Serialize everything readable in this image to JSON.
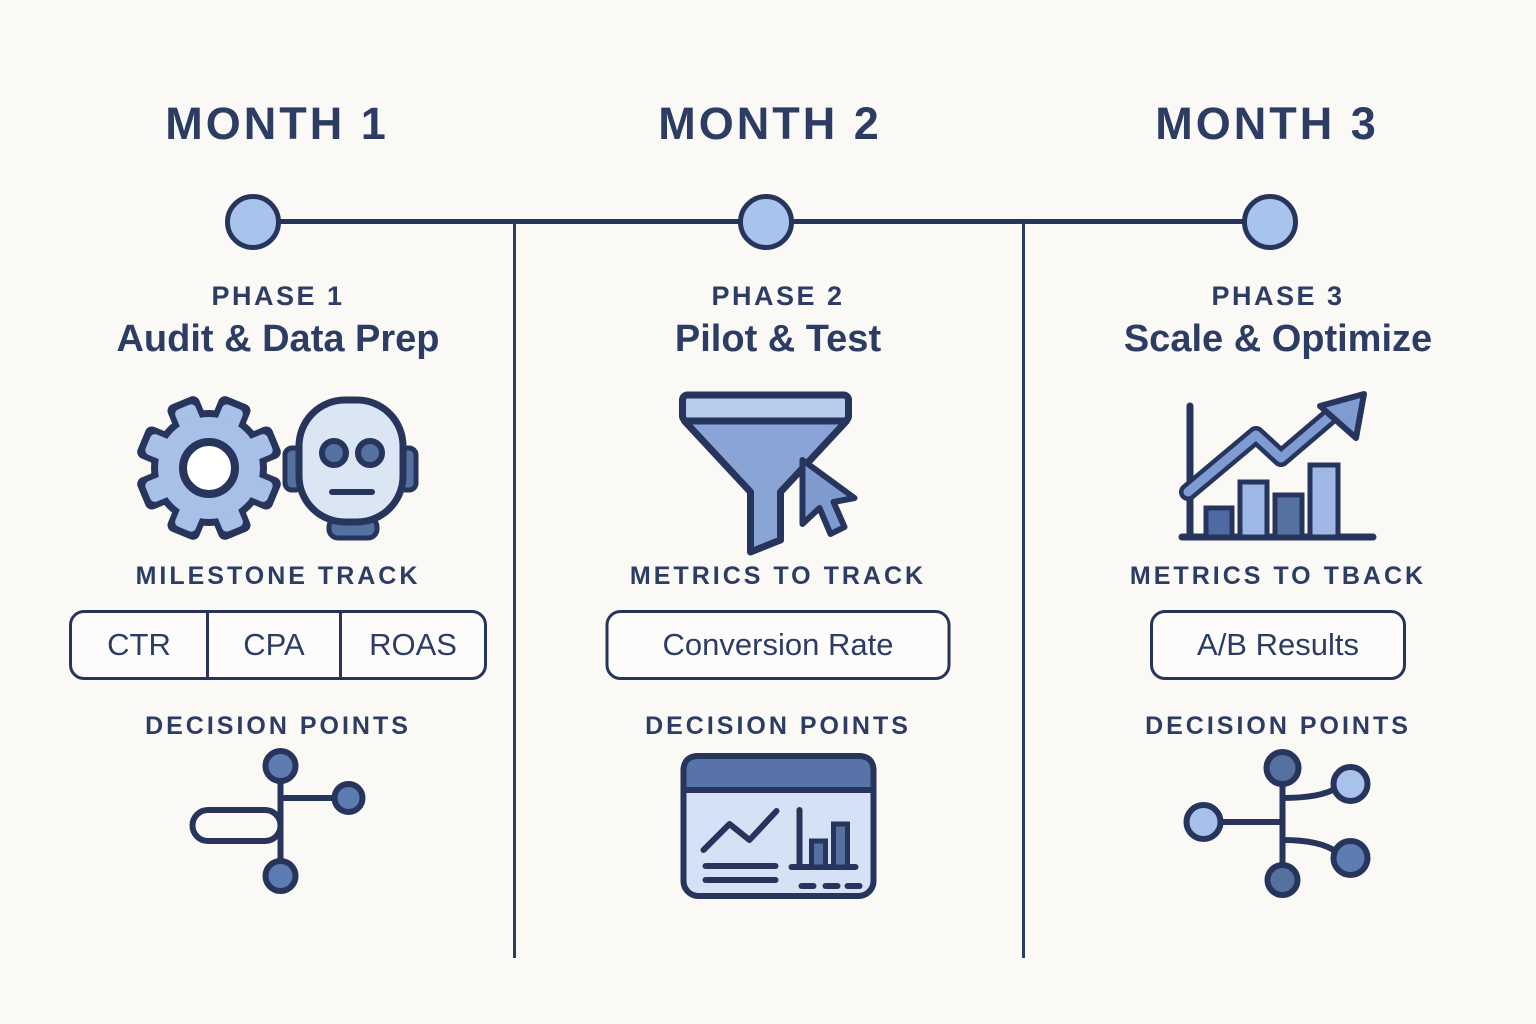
{
  "background": "#fbf9f6",
  "palette": {
    "navy_outline": "#27355c",
    "text_navy": "#2c3c63",
    "medium_blue": "#8aa4d6",
    "light_blue": "#dbe6f5",
    "periwinkle_node": "#a9c4ec",
    "dark_blue_fill": "#54719f"
  },
  "timeline": {
    "months": [
      {
        "label": "MONTH 1"
      },
      {
        "label": "MONTH 2"
      },
      {
        "label": "MONTH 3"
      }
    ]
  },
  "columns": [
    {
      "phase_label": "PHASE 1",
      "phase_name": "Audit & Data Prep",
      "icon": "gear-and-robot",
      "section_header": "MILESTONE TRACK",
      "badges": [
        "CTR",
        "CPA",
        "ROAS"
      ],
      "decision_header": "DECISION POINTS",
      "decision_icon": "branch-flow"
    },
    {
      "phase_label": "PHASE 2",
      "phase_name": "Pilot & Test",
      "icon": "funnel-with-cursor",
      "section_header": "METRICS TO TRACK",
      "badges": [
        "Conversion Rate"
      ],
      "decision_header": "DECISION POINTS",
      "decision_icon": "dashboard-chart"
    },
    {
      "phase_label": "PHASE 3",
      "phase_name": "Scale & Optimize",
      "icon": "growth-bar-chart",
      "section_header": "METRICS TO TBACK",
      "badges": [
        "A/B Results"
      ],
      "decision_header": "DECISION POINTS",
      "decision_icon": "network-branch"
    }
  ]
}
